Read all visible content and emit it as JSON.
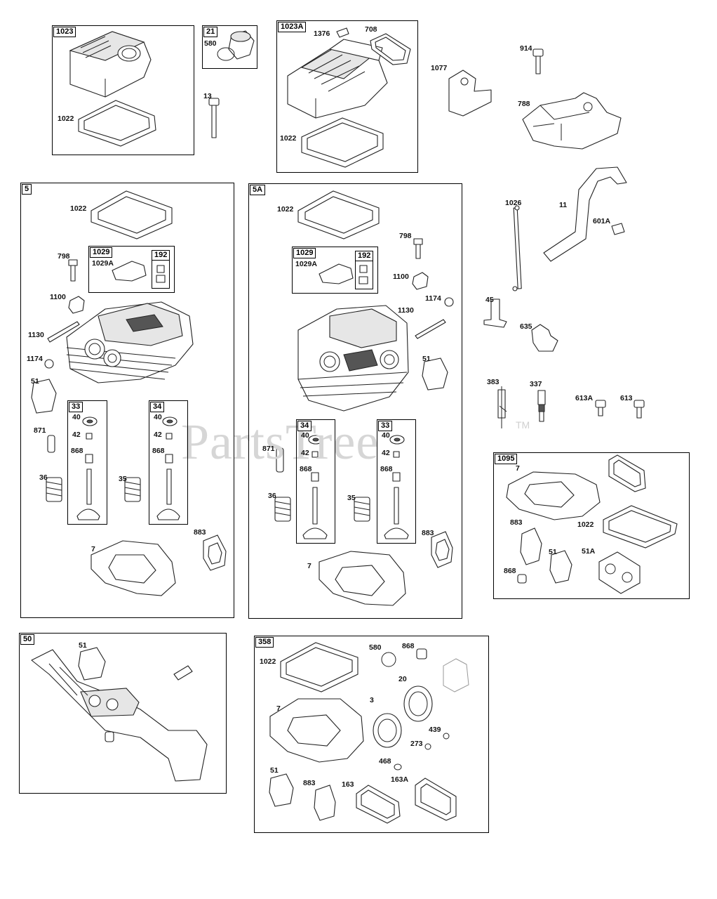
{
  "watermark": {
    "text": "PartsTree",
    "trademark": "TM"
  },
  "groups": {
    "g1023": {
      "label": "1023"
    },
    "g21": {
      "label": "21"
    },
    "g1023A": {
      "label": "1023A"
    },
    "g5": {
      "label": "5"
    },
    "g1029a": {
      "label": "1029"
    },
    "g192a": {
      "label": "192"
    },
    "g33a": {
      "label": "33"
    },
    "g34a": {
      "label": "34"
    },
    "g5A": {
      "label": "5A"
    },
    "g1029b": {
      "label": "1029"
    },
    "g192b": {
      "label": "192"
    },
    "g34b": {
      "label": "34"
    },
    "g33b": {
      "label": "33"
    },
    "g1095": {
      "label": "1095"
    },
    "g50": {
      "label": "50"
    },
    "g358": {
      "label": "358"
    }
  },
  "callouts": {
    "c1022a": "1022",
    "c580a": "580",
    "c13": "13",
    "c1376": "1376",
    "c708": "708",
    "c1022b": "1022",
    "c1077": "1077",
    "c914": "914",
    "c788": "788",
    "c1022c": "1022",
    "c798a": "798",
    "c1029Aa": "1029A",
    "c1100a": "1100",
    "c1130a": "1130",
    "c1174a": "1174",
    "c51a": "51",
    "c871a": "871",
    "c36a": "36",
    "c35a": "35",
    "c40a": "40",
    "c42a": "42",
    "c868a": "868",
    "c40b": "40",
    "c42b": "42",
    "c868b": "868",
    "c7a": "7",
    "c883a": "883",
    "c1022d": "1022",
    "c798b": "798",
    "c1029Ab": "1029A",
    "c1100b": "1100",
    "c1174b": "1174",
    "c1130b": "1130",
    "c51b": "51",
    "c871b": "871",
    "c36b": "36",
    "c35b": "35",
    "c40c": "40",
    "c42c": "42",
    "c868c": "868",
    "c40d": "40",
    "c42d": "42",
    "c868d": "868",
    "c883b": "883",
    "c7b": "7",
    "c1026": "1026",
    "c11": "11",
    "c601A": "601A",
    "c45": "45",
    "c635": "635",
    "c383": "383",
    "c337": "337",
    "c613A": "613A",
    "c613": "613",
    "c7c": "7",
    "c883c": "883",
    "c1022e": "1022",
    "c51c": "51",
    "c51A": "51A",
    "c868e": "868",
    "c51d": "51",
    "c1022f": "1022",
    "c580b": "580",
    "c868f": "868",
    "c20": "20",
    "c3": "3",
    "c7d": "7",
    "c439": "439",
    "c273": "273",
    "c468": "468",
    "c51e": "51",
    "c883d": "883",
    "c163": "163",
    "c163A": "163A"
  }
}
